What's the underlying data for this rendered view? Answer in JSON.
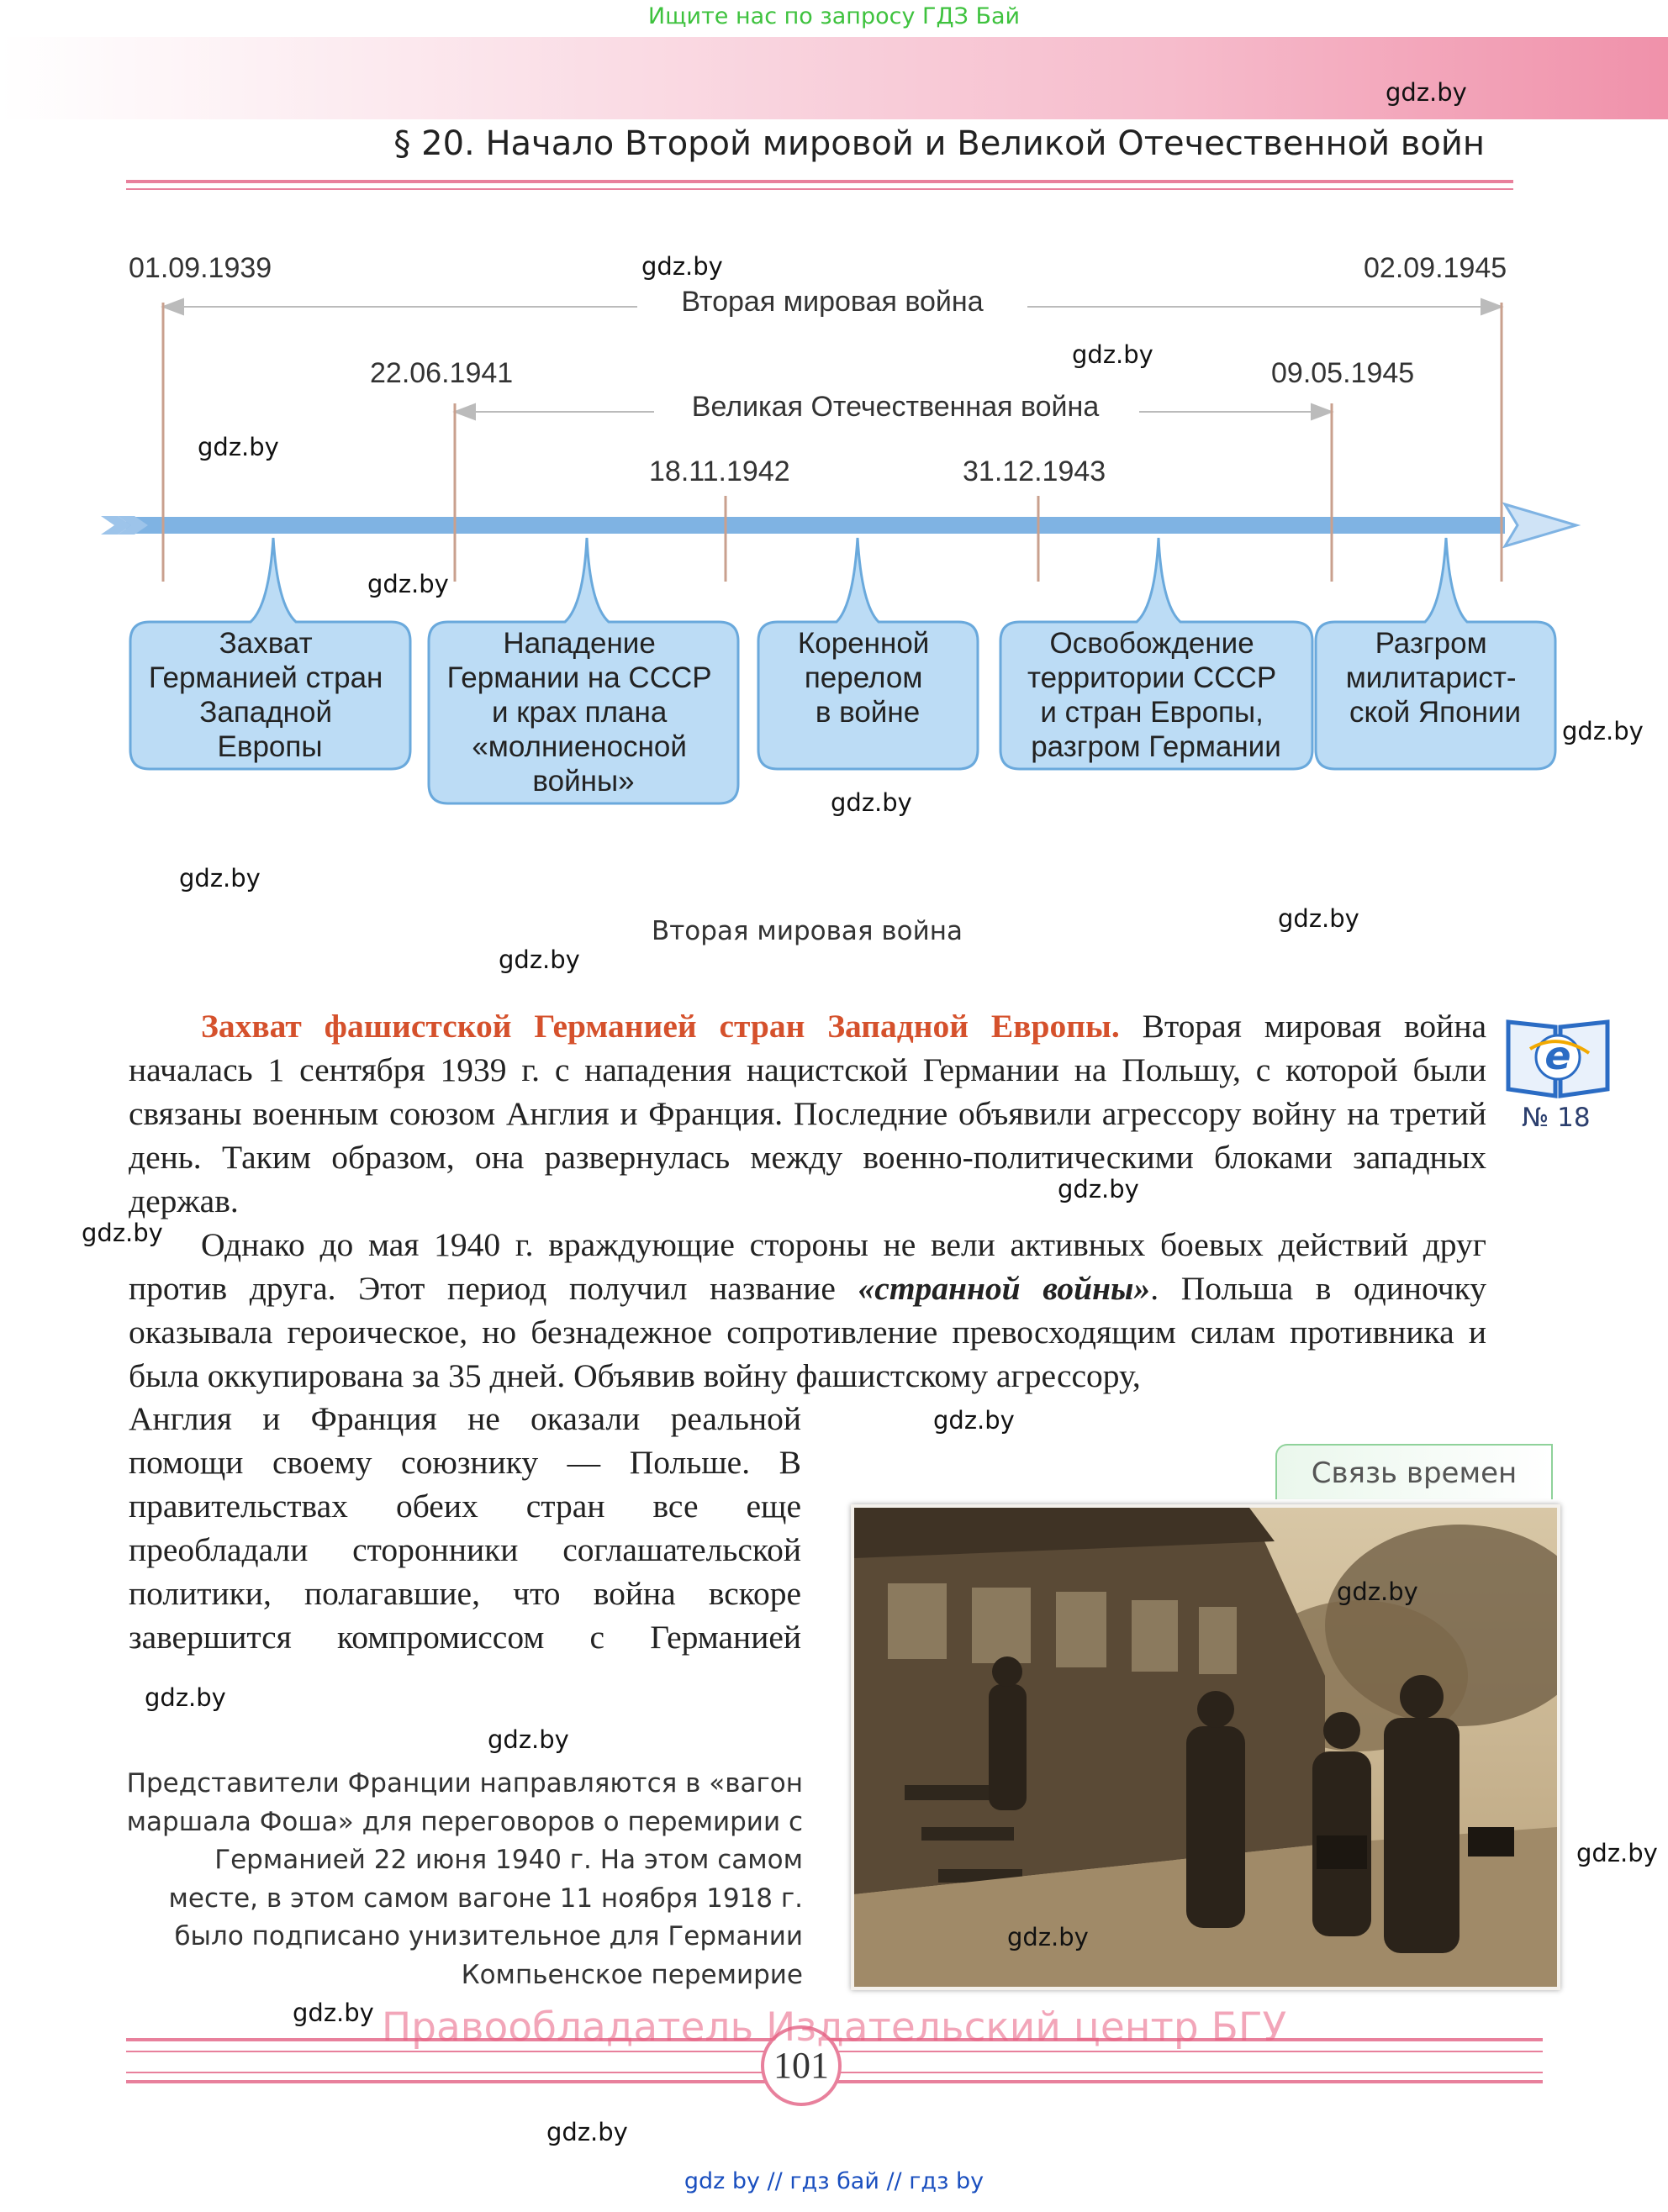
{
  "top_notice": "Ищите нас по запросу ГДЗ Бай",
  "paragraph_title": "§ 20. Начало Второй мировой и Великой Отечественной войн",
  "timeline": {
    "date_start_ww2": "01.09.1939",
    "date_end_ww2": "02.09.1945",
    "label_ww2": "Вторая мировая война",
    "date_start_gpw": "22.06.1941",
    "date_end_gpw": "09.05.1945",
    "label_gpw": "Великая Отечественная война",
    "date_turn_1": "18.11.1942",
    "date_turn_2": "31.12.1943",
    "boxes": [
      {
        "lines": [
          "Захват",
          "Германией стран",
          "Западной",
          "Европы"
        ]
      },
      {
        "lines": [
          "Нападение",
          "Германии на СССР",
          "и крах плана",
          "«молниеносной",
          "войны»"
        ]
      },
      {
        "lines": [
          "Коренной",
          "перелом",
          "в войне"
        ]
      },
      {
        "lines": [
          "Освобождение",
          "территории СССР",
          "и стран Европы,",
          "разгром Германии"
        ]
      },
      {
        "lines": [
          "Разгром",
          "милитарист-",
          "ской Японии"
        ]
      }
    ]
  },
  "diagram_caption": "Вторая мировая война",
  "body": {
    "p1_lead": "Захват фашистской Германией стран Западной Европы.",
    "p1_text": " Вторая мировая война началась 1 сентября 1939 г. с нападения нацистской Германии на Польшу, с которой были связаны военным союзом Англия и Франция. Последние объявили агрессору войну на третий день. Таким образом, она развернулась между военно-политическими блоками западных держав.",
    "p2_text_a": "Однако до мая 1940 г. враждующие стороны не вели активных боевых действий друг против друга. Этот период получил название ",
    "p2_emph": "«странной войны»",
    "p2_text_b": ". Польша в одиночку оказывала героическое, но безнадежное сопротивление превосходящим силам противника и была оккупирована за 35 дней. Объявив войну фашистскому агрессору,",
    "p3_text": "Англия и Франция не оказали реальной помощи своему союзнику — Польше. В правительствах обеих стран все еще преобладали сторонники соглашательской политики, полагавшие, что война вскоре завершится компромиссом с Германией"
  },
  "ebook_number": "№ 18",
  "tag_label": "Связь времен",
  "photo_caption": "Представители Франции направляются в «вагон маршала Фоша» для переговоров о перемирии с Германией 22 июня 1940 г. На этом самом месте, в этом самом вагоне 11 ноября 1918 г. было подписано унизительное для Германии Компьенское перемирие",
  "copyright": "Правообладатель Издательский центр БГУ",
  "page_number": "101",
  "watermark": "gdz.by",
  "footer": "gdz by  //  гдз бай  //  гдз by",
  "colors": {
    "accent_pink": "#e8809c",
    "timeline_blue": "#7fb3e3",
    "box_fill": "#bcdcf5",
    "box_border": "#6aa9dc",
    "lead_orange": "#d5512c",
    "marker_brown": "#c9a08e"
  }
}
